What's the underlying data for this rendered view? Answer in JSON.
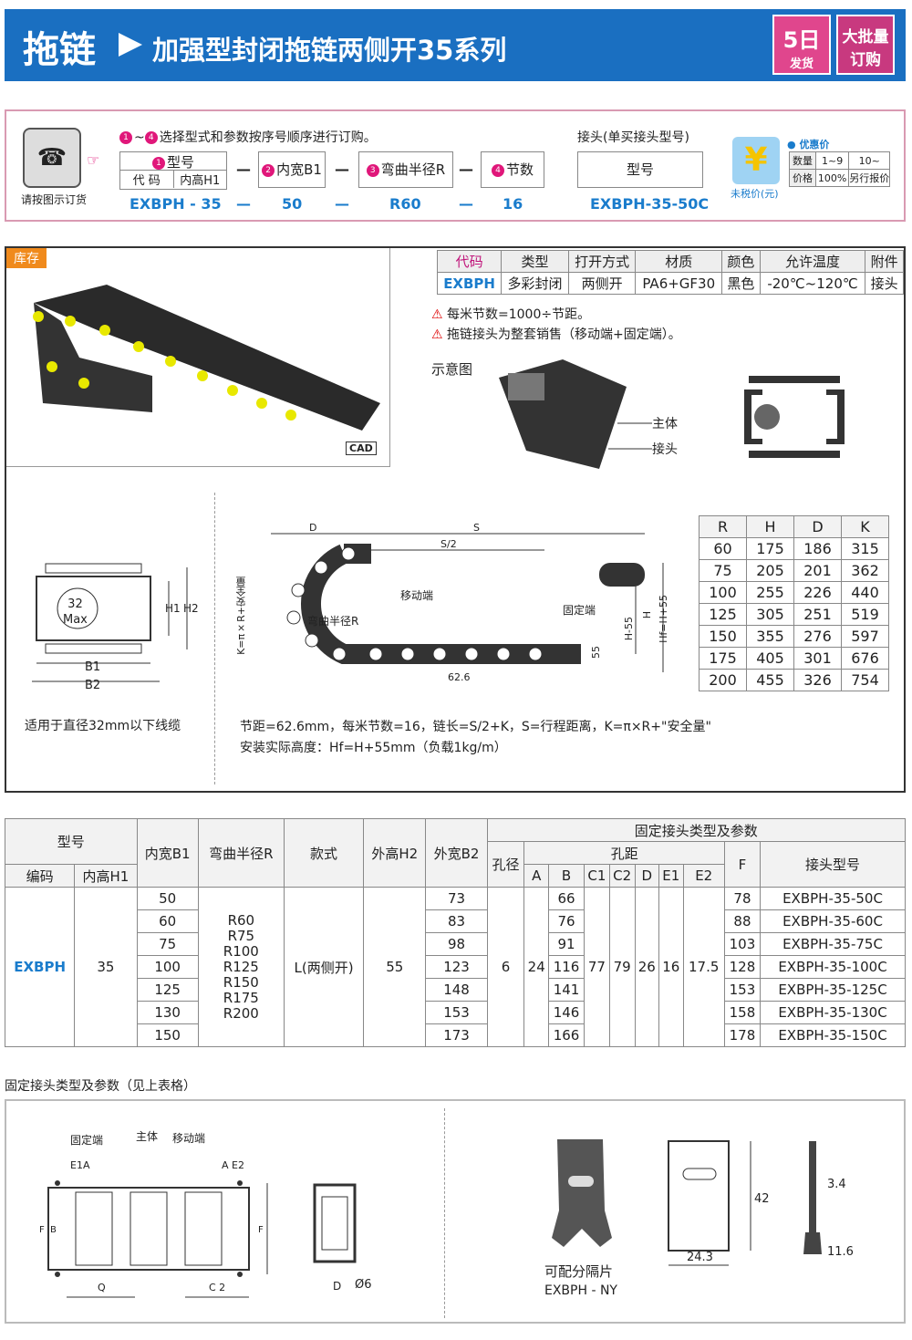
{
  "header": {
    "category": "拖链",
    "title": "加强型封闭拖链两侧开35系列",
    "badge_days": "5日",
    "badge_days_sub": "发货",
    "badge_bulk": "大批量",
    "badge_bulk_sub": "订购"
  },
  "order": {
    "phone_label": "请按图示订货",
    "instruction": "选择型式和参数按序号顺序进行订购。",
    "instr_from": "1",
    "instr_to": "4",
    "model_label": "型号",
    "code_label": "代 码",
    "h1_label": "内高H1",
    "b1_label": "内宽B1",
    "r_label": "弯曲半径R",
    "n_label": "节数",
    "code_value": "EXBPH",
    "h1_value": "- 35",
    "b1_value": "50",
    "r_value": "R60",
    "n_value": "16",
    "dash": "—",
    "connector_title": "接头(单买接头型号)",
    "connector_box": "型号",
    "connector_value": "EXBPH-35-50C",
    "tax_label": "未税价(元)",
    "discount_label": "优惠价",
    "price_table": [
      [
        "数量",
        "1~9",
        "10~"
      ],
      [
        "价格",
        "100%",
        "另行报价"
      ]
    ]
  },
  "stock_label": "库存",
  "cad_label": "CAD",
  "spec": {
    "headers": [
      "代码",
      "类型",
      "打开方式",
      "材质",
      "颜色",
      "允许温度",
      "附件"
    ],
    "row": [
      "EXBPH",
      "多彩封闭",
      "两侧开",
      "PA6+GF30",
      "黑色",
      "-20℃~120℃",
      "接头"
    ]
  },
  "warnings": [
    "每米节数=1000÷节距。",
    "拖链接头为整套销售（移动端+固定端）。"
  ],
  "schematic": {
    "title": "示意图",
    "body": "主体",
    "joint": "接头"
  },
  "cross": {
    "max": "32",
    "max_sub": "Max",
    "h1": "H1",
    "h2": "H2",
    "b1": "B1",
    "b2": "B2",
    "note": "适用于直径32mm以下线缆"
  },
  "side": {
    "d": "D",
    "s": "S",
    "s2": "S/2",
    "moving": "移动端",
    "fixed": "固定端",
    "radius": "弯曲半径R",
    "k": "K=π×R+安全量",
    "pitch": "62.6",
    "h55": "H-55",
    "h": "H",
    "hf": "Hf=H+55",
    "v55": "55"
  },
  "rhdk": {
    "headers": [
      "R",
      "H",
      "D",
      "K"
    ],
    "rows": [
      [
        "60",
        "175",
        "186",
        "315"
      ],
      [
        "75",
        "205",
        "201",
        "362"
      ],
      [
        "100",
        "255",
        "226",
        "440"
      ],
      [
        "125",
        "305",
        "251",
        "519"
      ],
      [
        "150",
        "355",
        "276",
        "597"
      ],
      [
        "175",
        "405",
        "301",
        "676"
      ],
      [
        "200",
        "455",
        "326",
        "754"
      ]
    ]
  },
  "notes": [
    "节距=62.6mm，每米节数=16，链长=S/2+K，S=行程距离，K=π×R+\"安全量\"",
    "安装实际高度：Hf=H+55mm（负载1kg/m）"
  ],
  "big": {
    "h_model": "型号",
    "h_code": "编码",
    "h_h1": "内高H1",
    "h_b1": "内宽B1",
    "h_r": "弯曲半径R",
    "h_style": "款式",
    "h_h2": "外高H2",
    "h_b2": "外宽B2",
    "h_fixed": "固定接头类型及参数",
    "h_hole": "孔径",
    "h_pitch": "孔距",
    "h_cols": [
      "A",
      "B",
      "C1",
      "C2",
      "D",
      "E1",
      "E2"
    ],
    "h_f": "F",
    "h_conn": "接头型号",
    "code": "EXBPH",
    "h1": "35",
    "radii": "R60\nR75\nR100\nR125\nR150\nR175\nR200",
    "style": "L(两侧开)",
    "h2": "55",
    "hole": "6",
    "a": "24",
    "c1": "77",
    "c2": "79",
    "d": "26",
    "e1": "16",
    "e2": "17.5",
    "rows": [
      [
        "50",
        "73",
        "66",
        "78",
        "EXBPH-35-50C"
      ],
      [
        "60",
        "83",
        "76",
        "88",
        "EXBPH-35-60C"
      ],
      [
        "75",
        "98",
        "91",
        "103",
        "EXBPH-35-75C"
      ],
      [
        "100",
        "123",
        "116",
        "128",
        "EXBPH-35-100C"
      ],
      [
        "125",
        "148",
        "141",
        "153",
        "EXBPH-35-125C"
      ],
      [
        "130",
        "153",
        "146",
        "158",
        "EXBPH-35-130C"
      ],
      [
        "150",
        "173",
        "166",
        "178",
        "EXBPH-35-150C"
      ]
    ]
  },
  "sec4": {
    "title": "固定接头类型及参数（见上表格）",
    "fixed": "固定端",
    "body": "主体",
    "moving": "移动端",
    "e1a": "E1A",
    "ae2": "A E2",
    "f": "F",
    "b": "B",
    "q": "Q",
    "c2": "C 2",
    "d": "D",
    "phi": "Ø6",
    "sep": "可配分隔片",
    "sep_model": "EXBPH - NY",
    "d42": "42",
    "d243": "24.3",
    "d34": "3.4",
    "d116": "11.6"
  }
}
